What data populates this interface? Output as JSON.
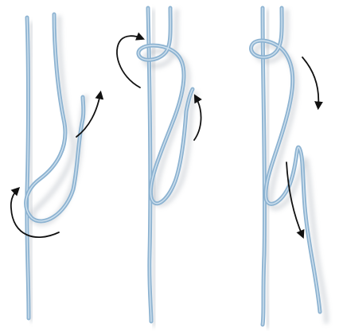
{
  "figure": {
    "panels": [
      {
        "id": "step-1",
        "arrows": 2
      },
      {
        "id": "step-2",
        "arrows": 2
      },
      {
        "id": "step-3",
        "arrows": 2
      }
    ],
    "colors": {
      "background": "#ffffff",
      "rope": "#8db3d1",
      "rope_highlight": "#d6e6f2",
      "rope_shadow": "#9aa3ad",
      "arrow": "#111111"
    },
    "icons": [
      "rope-strand",
      "direction-arrow"
    ]
  }
}
